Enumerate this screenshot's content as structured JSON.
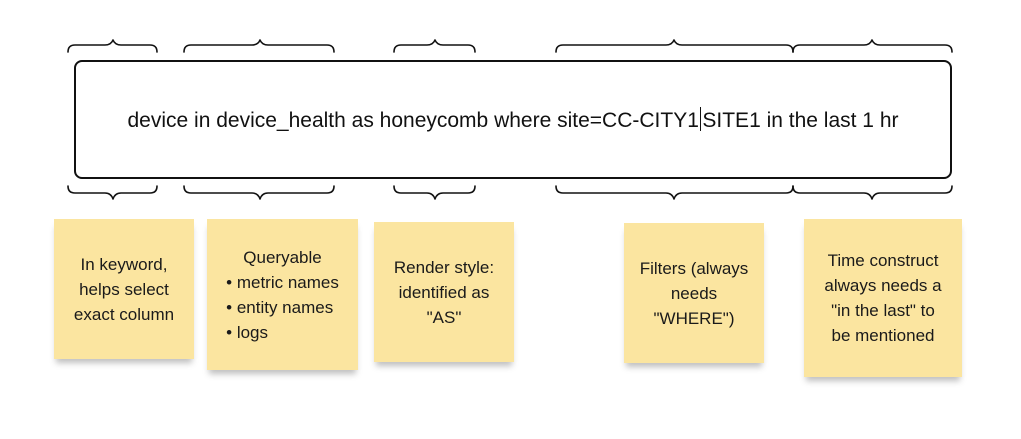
{
  "query": {
    "before_caret": "device in device_health as honeycomb where site=CC-CITY1",
    "after_caret": "SITE1 in the last 1 hr"
  },
  "notes": {
    "in_keyword": {
      "lines": [
        "In keyword,",
        "helps select",
        "exact column"
      ]
    },
    "queryable": {
      "title": "Queryable",
      "items": [
        "metric names",
        "entity names",
        "logs"
      ]
    },
    "render_style": {
      "lines": [
        "Render style:",
        "identified as",
        "\"AS\""
      ]
    },
    "filters": {
      "lines": [
        "Filters (always",
        "needs",
        "\"WHERE\")"
      ]
    },
    "time_construct": {
      "lines": [
        "Time construct",
        "always needs a",
        "\"in the last\" to",
        "be mentioned"
      ]
    }
  },
  "colors": {
    "note_fill": "#fbe5a0",
    "stroke": "#111111"
  }
}
